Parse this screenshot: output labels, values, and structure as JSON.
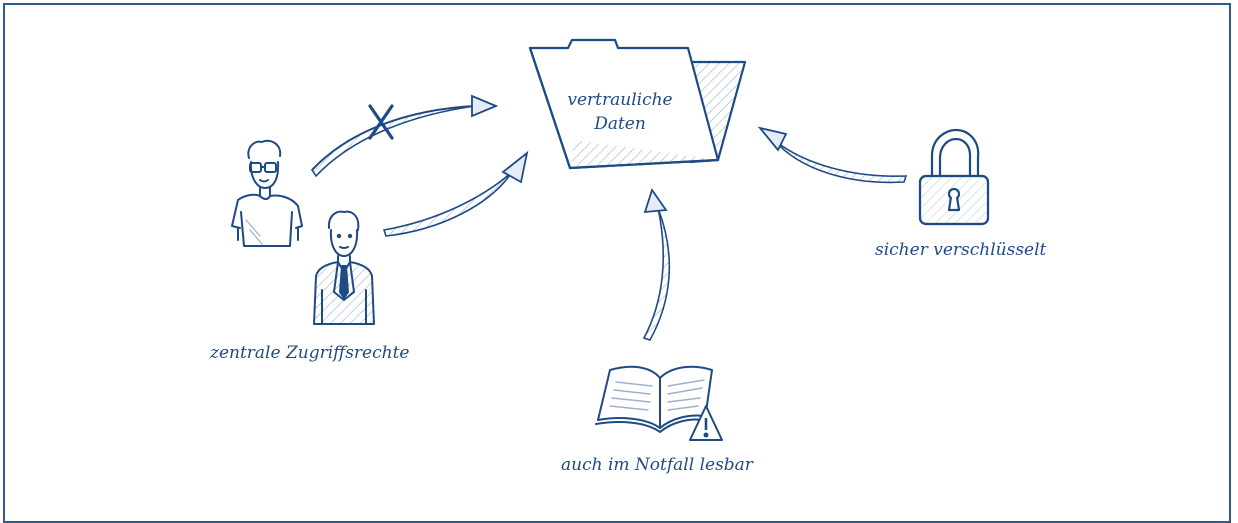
{
  "colors": {
    "ink": "#1f4b85",
    "frame": "#2f5a8a",
    "hatch": "#9db2cf"
  },
  "folder": {
    "line1": "vertrauliche",
    "line2": "Daten",
    "icon": "folder-icon"
  },
  "labels": {
    "access": "zentrale Zugriffsrechte",
    "encrypted": "sicher verschlüsselt",
    "emergency": "auch im Notfall lesbar"
  },
  "icons": {
    "person_casual": "person-glasses-icon",
    "person_suit": "person-suit-icon",
    "lock": "padlock-icon",
    "book": "open-book-icon",
    "warning": "warning-triangle-icon",
    "blocked": "x-mark-icon"
  }
}
